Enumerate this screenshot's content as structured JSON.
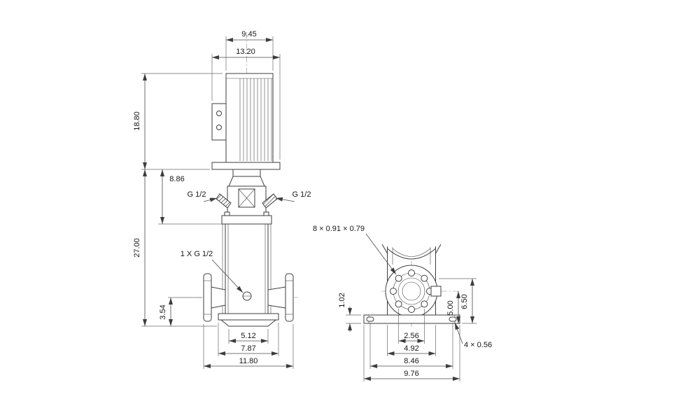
{
  "page": {
    "background": "#ffffff",
    "line_color": "#3d3d3d"
  },
  "front_view": {
    "dim_motor_top_width": "9.45",
    "dim_motor_width": "13.20",
    "dim_motor_height": "18.80",
    "dim_head_height": "8.86",
    "dim_total_height": "27.00",
    "label_port_left": "G 1/2",
    "label_port_right": "G 1/2",
    "label_drain_port": "1 X G 1/2",
    "dim_port_centerline_height": "3.54",
    "dim_base_foot_width": "5.12",
    "dim_base_plate_width": "7.87",
    "dim_port_to_port": "11.80"
  },
  "side_view": {
    "label_flange_bolt_holes": "8 × 0.91  × 0.79",
    "dim_plate_thickness": "1.02",
    "dim_bolt_spacing_inner": "2.56",
    "dim_bolt_spacing_outer": "4.92",
    "dim_foundation_hole_spacing": "8.46",
    "dim_base_plate_length": "9.76",
    "dim_center_height": "5.00",
    "dim_overall_height": "6.50",
    "label_foundation_holes": "4 × 0.56"
  }
}
